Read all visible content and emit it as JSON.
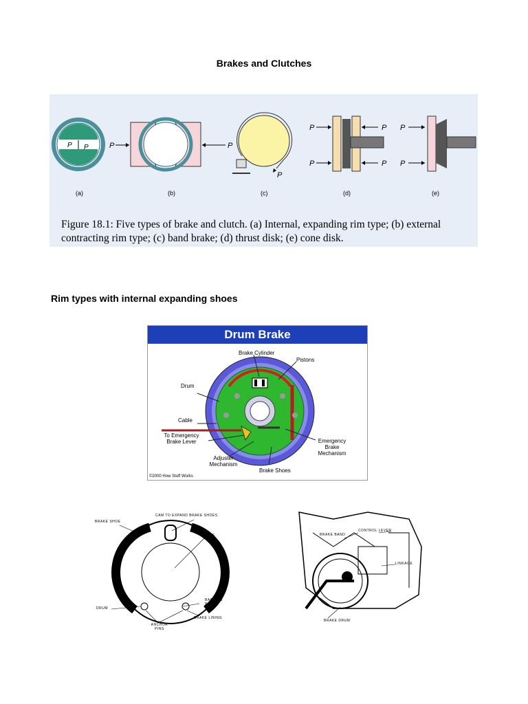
{
  "page": {
    "title": "Brakes and Clutches",
    "section_heading": "Rim types with internal expanding shoes"
  },
  "figure1": {
    "caption_line1": "Figure 18.1: Five types of brake and clutch. (a) Internal, expanding rim type; (b) external",
    "caption_line2": "contracting rim type; (c) band brake; (d) thrust disk; (e) cone disk.",
    "subfig_labels": [
      "(a)",
      "(b)",
      "(c)",
      "(d)",
      "(e)"
    ],
    "force_label": "P"
  },
  "drum_brake": {
    "title": "Drum Brake",
    "labels": {
      "brake_cylinder": "Brake Cylinder",
      "pistons": "Pistons",
      "drum": "Drum",
      "cable": "Cable",
      "to_emergency_1": "To Emergency",
      "to_emergency_2": "Brake Lever",
      "emergency_1": "Emergency",
      "emergency_2": "Brake",
      "emergency_3": "Mechanism",
      "adjuster_1": "Adjuster",
      "adjuster_2": "Mechanism",
      "brake_shoes": "Brake Shoes",
      "copyright": "©2000 How Stuff Works"
    },
    "colors": {
      "title_bar": "#1d3fb8",
      "backing_plate": "#2fb82f",
      "drum": "#5a5ad8",
      "hub": "#d0d0e8"
    }
  },
  "diagram_left": {
    "cam": "CAM TO EXPAND BRAKE SHOES",
    "brake_shoe": "BRAKE SHOE",
    "axle": "AXLE",
    "drum": "DRUM",
    "backing_1": "BACKING",
    "backing_2": "PLATE",
    "lining": "BRAKE LINING",
    "anchor_1": "ANCHOR",
    "anchor_2": "PINS"
  },
  "diagram_right": {
    "control_lever": "CONTROL LEVER",
    "brake_band": "BRAKE BAND",
    "linkage": "LINKAGE",
    "brake_drum": "BRAKE DRUM"
  }
}
